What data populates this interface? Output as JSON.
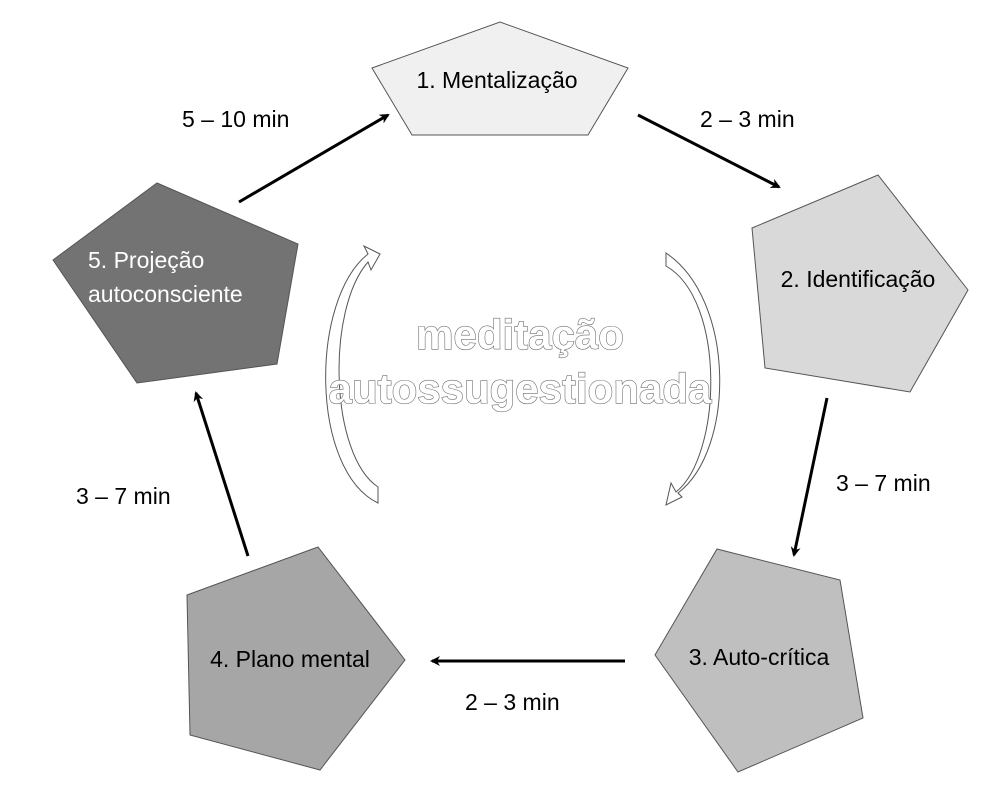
{
  "center_title": {
    "line1": "meditação",
    "line2": "autossugestionada"
  },
  "steps": [
    {
      "label_lines": [
        "1. Mentalização"
      ],
      "fill": "#f0f0f0",
      "text_color": "#000000"
    },
    {
      "label_lines": [
        "2. Identificação"
      ],
      "fill": "#d9d9d9",
      "text_color": "#000000"
    },
    {
      "label_lines": [
        "3. Auto-crítica"
      ],
      "fill": "#bfbfbf",
      "text_color": "#000000"
    },
    {
      "label_lines": [
        "4. Plano mental"
      ],
      "fill": "#a6a6a6",
      "text_color": "#000000"
    },
    {
      "label_lines": [
        "5. Projeção",
        "autoconsciente"
      ],
      "fill": "#737373",
      "text_color": "#ffffff"
    }
  ],
  "transitions": [
    {
      "from": "1. Mentalização",
      "to": "2. Identificação",
      "duration": "2 – 3 min"
    },
    {
      "from": "2. Identificação",
      "to": "3. Auto-crítica",
      "duration": "3 – 7 min"
    },
    {
      "from": "3. Auto-crítica",
      "to": "4. Plano mental",
      "duration": "2 – 3 min"
    },
    {
      "from": "4. Plano mental",
      "to": "5. Projeção autoconsciente",
      "duration": "3 – 7 min"
    },
    {
      "from": "5. Projeção autoconsciente",
      "to": "1. Mentalização",
      "duration": "5 – 10 min"
    }
  ]
}
